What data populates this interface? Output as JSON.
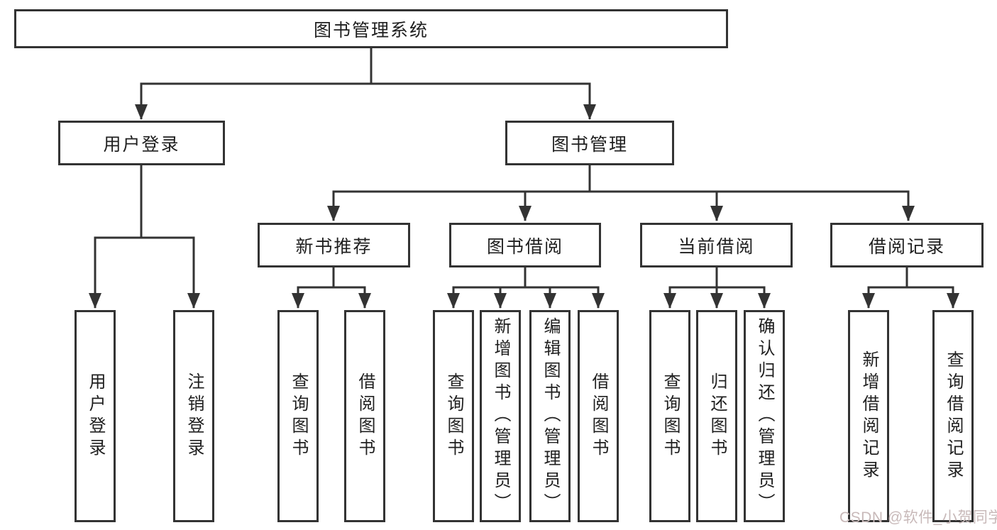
{
  "title": "图书管理系统",
  "tree": {
    "login": {
      "label": "用户登录",
      "children": [
        "用户登录",
        "注销登录"
      ]
    },
    "mgmt": {
      "label": "图书管理",
      "groups": [
        {
          "label": "新书推荐",
          "children": [
            "查询图书",
            "借阅图书"
          ]
        },
        {
          "label": "图书借阅",
          "children": [
            "查询图书",
            "新增图书（管理员）",
            "编辑图书（管理员）",
            "借阅图书"
          ]
        },
        {
          "label": "当前借阅",
          "children": [
            "查询图书",
            "归还图书",
            "确认归还（管理员）"
          ]
        },
        {
          "label": "借阅记录",
          "children": [
            "新增借阅记录",
            "查询借阅记录"
          ]
        }
      ]
    }
  },
  "watermark": {
    "text": "CSDN @软件_小贺同学"
  },
  "colors": {
    "line": "#333333",
    "box_border": "#333333",
    "text": "#1f1f1f",
    "watermark": "#c8b9b9",
    "background": "#ffffff"
  }
}
